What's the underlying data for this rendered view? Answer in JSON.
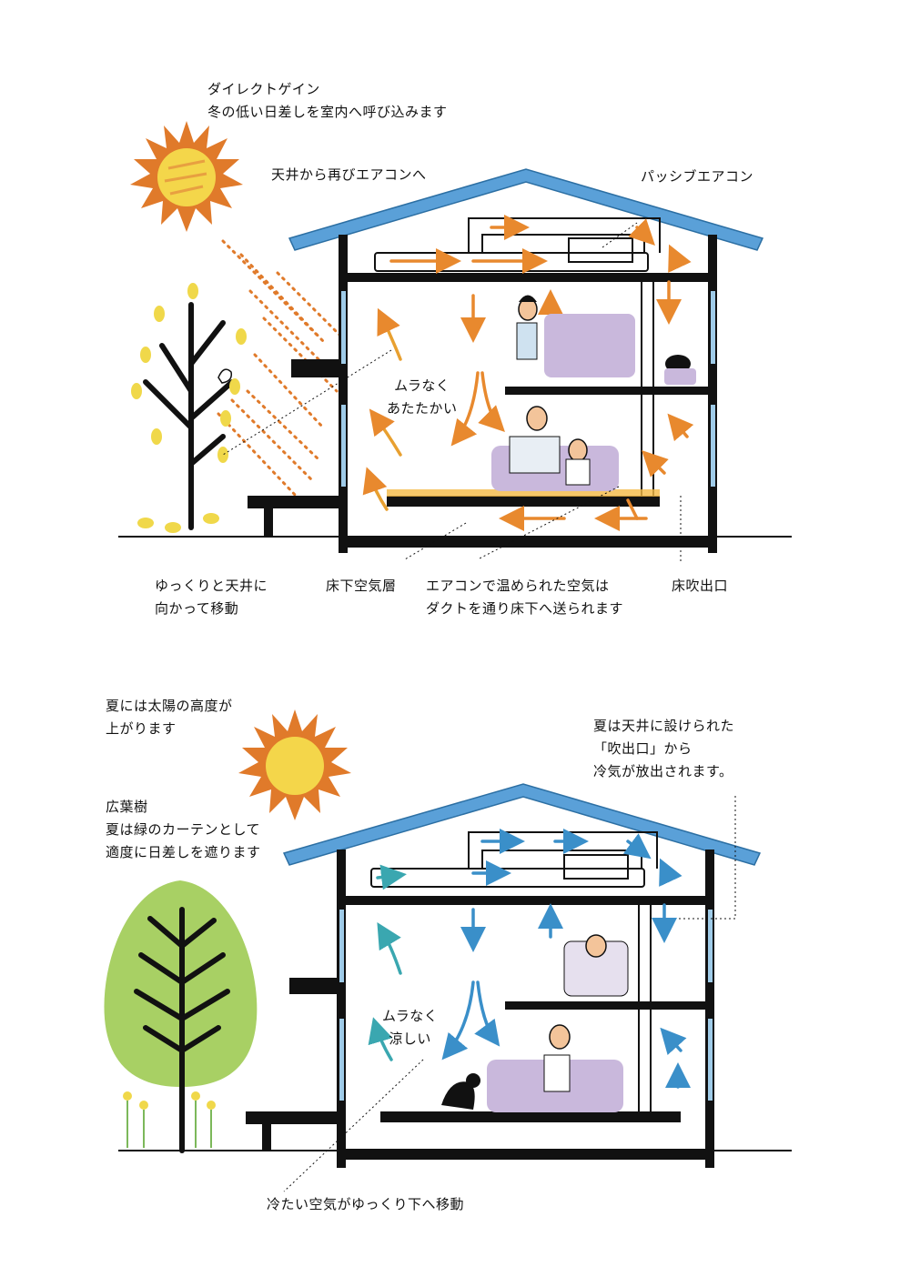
{
  "winter": {
    "direct_gain": [
      "ダイレクトゲイン",
      "冬の低い日差しを室内へ呼び込みます"
    ],
    "ceiling_to_ac": "天井から再びエアコンへ",
    "passive_ac": "パッシブエアコン",
    "even_warm": [
      "ムラなく",
      "あたたかい"
    ],
    "slow_up": [
      "ゆっくりと天井に",
      "向かって移動"
    ],
    "underfloor": "床下空気層",
    "duct_air": [
      "エアコンで温められた空気は",
      "ダクトを通り床下へ送られます"
    ],
    "floor_vent": "床吹出口"
  },
  "summer": {
    "sun_high": [
      "夏には太陽の高度が",
      "上がります"
    ],
    "broadleaf": [
      "広葉樹",
      "夏は緑のカーテンとして",
      "適度に日差しを遮ります"
    ],
    "ceiling_vent": [
      "夏は天井に設けられた",
      "「吹出口」から",
      "冷気が放出されます。"
    ],
    "even_cool": [
      "ムラなく",
      "涼しい"
    ],
    "cold_down": "冷たい空気がゆっくり下へ移動"
  },
  "colors": {
    "roof": "#5aa0d8",
    "wall": "#111111",
    "sun_outer": "#e07a2a",
    "sun_inner": "#f4d64a",
    "warm_arrow": "#e8892e",
    "cool_arrow": "#3a8fc9",
    "teal_arrow": "#3aa7b0",
    "tree_green": "#a8d064",
    "leaf_yellow": "#f0d84a",
    "sofa": "#c9b8dc"
  }
}
